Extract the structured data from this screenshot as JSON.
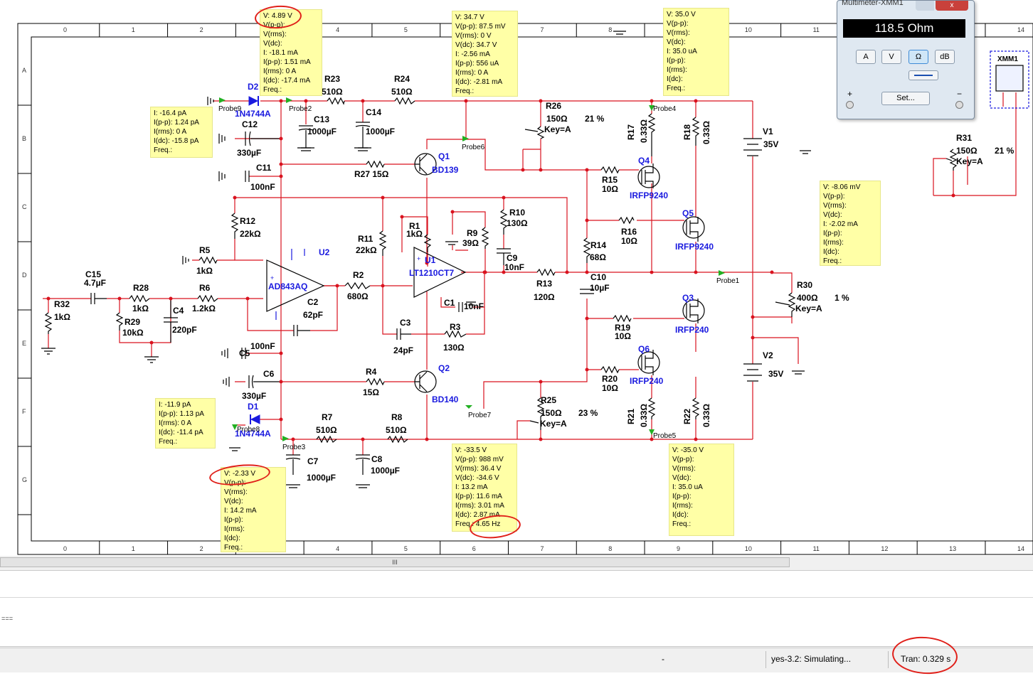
{
  "colors": {
    "wire": "#d9131f",
    "component": "#000000",
    "label_blue": "#1a1adf",
    "probe_bg": "#ffffa6",
    "probe_arrow": "#22b022",
    "grid_border": "#000000",
    "annotation_red": "#e0201a"
  },
  "ruler": {
    "columns": [
      "0",
      "1",
      "2",
      "3",
      "4",
      "5",
      "6",
      "7",
      "8",
      "9",
      "10",
      "11",
      "12",
      "13",
      "14"
    ],
    "rows": [
      "A",
      "B",
      "C",
      "D",
      "E",
      "F",
      "G"
    ]
  },
  "probes": {
    "Probe9": {
      "lines": [
        "I: -16.4 pA",
        "I(p-p): 1.24 pA",
        "I(rms): 0 A",
        "I(dc): -15.8 pA",
        "Freq.:"
      ]
    },
    "Probe2": {
      "lines": [
        "V: 4.89 V",
        "V(p-p):",
        "V(rms):",
        "V(dc):",
        "I: -18.1 mA",
        "I(p-p): 1.51 mA",
        "I(rms): 0 A",
        "I(dc): -17.4 mA",
        "Freq.:"
      ]
    },
    "Probe6": {
      "lines": [
        "V: 34.7 V",
        "V(p-p): 87.5 mV",
        "V(rms): 0 V",
        "V(dc): 34.7 V",
        "I: -2.56 mA",
        "I(p-p): 556 uA",
        "I(rms): 0 A",
        "I(dc): -2.81 mA",
        "Freq.:"
      ]
    },
    "Probe4": {
      "lines": [
        "V: 35.0 V",
        "V(p-p):",
        "V(rms):",
        "V(dc):",
        "I: 35.0 uA",
        "I(p-p):",
        "I(rms):",
        "I(dc):",
        "Freq.:"
      ]
    },
    "Probe1": {
      "lines": [
        "V: -8.06 mV",
        "V(p-p):",
        "V(rms):",
        "V(dc):",
        "I: -2.02 mA",
        "I(p-p):",
        "I(rms):",
        "I(dc):",
        "Freq.:"
      ]
    },
    "Probe8": {
      "lines": [
        "I: -11.9 pA",
        "I(p-p): 1.13 pA",
        "I(rms): 0 A",
        "I(dc): -11.4 pA",
        "Freq.:"
      ]
    },
    "Probe3": {
      "lines": [
        "V: -2.33 V",
        "V(p-p):",
        "V(rms):",
        "V(dc):",
        "I: 14.2 mA",
        "I(p-p):",
        "I(rms):",
        "I(dc):",
        "Freq.:"
      ]
    },
    "Probe7": {
      "lines": [
        "V: -33.5 V",
        "V(p-p): 988 mV",
        "V(rms): 36.4 V",
        "V(dc): -34.6 V",
        "I: 13.2 mA",
        "I(p-p): 11.6 mA",
        "I(rms): 3.01 mA",
        "I(dc): 2.87 mA",
        "Freq.: 4.65 Hz"
      ]
    },
    "Probe5": {
      "lines": [
        "V: -35.0 V",
        "V(p-p):",
        "V(rms):",
        "V(dc):",
        "I: 35.0 uA",
        "I(p-p):",
        "I(rms):",
        "I(dc):",
        "Freq.:"
      ]
    }
  },
  "labels": {
    "probe1": "Probe1",
    "probe2": "Probe2",
    "probe3": "Probe3",
    "probe4": "Probe4",
    "probe5": "Probe5",
    "probe6": "Probe6",
    "probe7": "Probe7",
    "probe8": "Probe8",
    "probe9": "Probe9",
    "d2": "D2",
    "d2v": "1N4744A",
    "d1": "D1",
    "d1v": "1N4744A",
    "c12": "C12",
    "c12v": "330µF",
    "c11": "C11",
    "c11v": "100nF",
    "c13": "C13",
    "c13v": "1000µF",
    "c14": "C14",
    "c14v": "1000µF",
    "r23": "R23",
    "r23v": "510Ω",
    "r24": "R24",
    "r24v": "510Ω",
    "r27": "R27 15Ω",
    "q1": "Q1",
    "q1v": "BD139",
    "q2": "Q2",
    "q2v": "BD140",
    "r26": "R26",
    "r26v": "150Ω",
    "r26k": "Key=A",
    "r26p": "21 %",
    "r17": "R17",
    "r17v": "0.33Ω",
    "r18": "R18",
    "r18v": "0.33Ω",
    "q4": "Q4",
    "q4v": "IRFP9240",
    "q5": "Q5",
    "q5v": "IRFP9240",
    "q3": "Q3",
    "q3v": "IRFP240",
    "q6": "Q6",
    "q6v": "IRFP240",
    "r15": "R15",
    "r15v": "10Ω",
    "r16": "R16",
    "r16v": "10Ω",
    "r19": "R19",
    "r19v": "10Ω",
    "r20": "R20",
    "r20v": "10Ω",
    "v1": "V1",
    "v1v": "35V",
    "v2": "V2",
    "v2v": "35V",
    "r31": "R31",
    "r31v": "150Ω",
    "r31k": "Key=A",
    "r31p": "21 %",
    "xmm1": "XMM1",
    "r12": "R12",
    "r12v": "22kΩ",
    "r5": "R5",
    "r5v": "1kΩ",
    "u2": "U2",
    "u2v": "AD843AQ",
    "r1": "R1",
    "r1v": "1kΩ",
    "r10": "R10",
    "r10v": "130Ω",
    "r9": "R9",
    "r9v": "39Ω",
    "r11": "R11",
    "r11v": "22kΩ",
    "u1": "U1",
    "u1v": "LT1210CT7",
    "c9": "C9",
    "c9v": "10nF",
    "r14": "R14",
    "r14v": "68Ω",
    "c15": "C15",
    "c15v": "4.7µF",
    "r28": "R28",
    "r28v": "1kΩ",
    "r6": "R6",
    "r6v": "1.2kΩ",
    "r32": "R32",
    "r32v": "1kΩ",
    "r29": "R29",
    "r29v": "10kΩ",
    "c4": "C4",
    "c4v": "220pF",
    "c2": "C2",
    "c2v": "62pF",
    "r2": "R2",
    "r2v": "680Ω",
    "r13": "R13",
    "r13v": "120Ω",
    "c10": "C10",
    "c10v": "10µF",
    "c1": "C1",
    "c1v": "10nF",
    "r30": "R30",
    "r30v": "400Ω",
    "r30k": "Key=A",
    "r30p": "1 %",
    "c3": "C3",
    "c3v": "24pF",
    "r3": "R3",
    "r3v": "130Ω",
    "c5": "C5",
    "c5v": "100nF",
    "c6": "C6",
    "c6v": "330µF",
    "r4": "R4",
    "r4v": "15Ω",
    "r25": "R25",
    "r25v": "150Ω",
    "r25k": "Key=A",
    "r25p": "23 %",
    "r21": "R21",
    "r21v": "0.33Ω",
    "r22": "R22",
    "r22v": "0.33Ω",
    "r7": "R7",
    "r7v": "510Ω",
    "r8": "R8",
    "r8v": "510Ω",
    "c7": "C7",
    "c7v": "1000µF",
    "c8": "C8",
    "c8v": "1000µF",
    "plus": "+"
  },
  "multimeter": {
    "title": "Multimeter-XMM1",
    "close": "x",
    "display": "118.5 Ohm",
    "buttons": [
      "A",
      "V",
      "Ω",
      "dB"
    ],
    "active_button": "Ω",
    "set_label": "Set...",
    "plus": "+",
    "minus": "−"
  },
  "scrollbar": {
    "thumb_glyph": "III"
  },
  "pane": {
    "grip": "==="
  },
  "statusbar": {
    "dash": "-",
    "sim_status": "yes-3.2: Simulating...",
    "tran": "Tran: 0.329 s"
  }
}
